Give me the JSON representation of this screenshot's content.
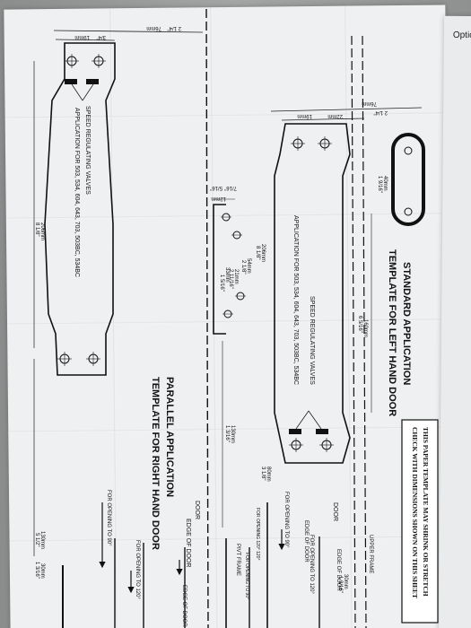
{
  "left_template": {
    "title_line1": "PARALLEL APPLICATION",
    "title_line2": "TEMPLATE FOR RIGHT HAND DOOR",
    "valves_label": "SPEED REGULATING VALVES",
    "application_label": "APPLICATION FOR 503, 534, 604, 643, 703, 503BC, 534BC",
    "dim_top_mm": "76mm",
    "dim_top_in": "2 1/4\"",
    "dim_19mm": "19mm",
    "dim_3_4": "3/4\"",
    "dim_side_mm": "206mm",
    "dim_side_in": "8 1/8\"",
    "dim_130_mm": "130mm",
    "dim_130_in": "5 1/2\"",
    "dim_30_mm": "30mm",
    "dim_30_in": "1 3/16\"",
    "opening_90": "FOR OPENING TO 90°",
    "opening_120": "FOR OPENING TO 120°",
    "door": "DOOR",
    "edge_of_door": "EDGE OF DOOR",
    "edge_of_door_stacked": "EDGE OF DOOR"
  },
  "arm_template": {
    "dim_5_16": "5/16\"",
    "dim_7_16": "7/16\"",
    "dim_12mm": "12mm",
    "dim_206_mm": "206mm",
    "dim_206_in": "8 1/8\"",
    "dim_54mm": "54mm",
    "dim_2_1_8": "2 1/8\"",
    "dim_21mm": "21mm",
    "dim_1_1_16": "2 11/16\"",
    "dim_33mm": "33mm",
    "dim_1_5_16": "1 5/16\"",
    "dim_180_mm": "130mm",
    "dim_180_in": "1 3/16\"",
    "pivot_frame": "PIVT FRAME",
    "opening_120": "FOR OPENING 120° 120°",
    "opening_90": "FOR OPENING TO 90°"
  },
  "right_template": {
    "title_line1": "STANDARD APPLICATION",
    "title_line2": "TEMPLATE FOR LEFT HAND DOOR",
    "valves_label": "SPEED REGULATING VALVES",
    "application_label": "APPLICATION FOR 503, 534, 604, 643, 703, 503BC, 534BC",
    "dim_top_mm": "76mm",
    "dim_top_in": "2 1/4\"",
    "dim_19mm": "19mm",
    "dim_22mm": "22mm",
    "dim_40mm": "40mm",
    "dim_40_in": "1 9/16\"",
    "dim_160mm": "160mm",
    "dim_160_in": "6 5/16\"",
    "dim_80mm": "80mm",
    "dim_80_in": "3 1/8\"",
    "dim_30mm": "30mm",
    "dim_30_in": "1 3/16\"",
    "door": "DOOR",
    "edge_of_door": "EDGE OF DOOR",
    "edge_of_door_stacked": "EDGE OF DOOR",
    "upper_frame": "UPPER FRAME",
    "opening_90": "FOR OPENING TO 90°",
    "opening_120": "FOR OPENING TO 120°",
    "warning_line1": "THIS PAPER TEMPLATE MAY SHRINK OR STRETCH",
    "warning_line2": "CHECK WITH DIMENSIONS SHOWN ON THIS SHEET"
  },
  "corner_sheet": {
    "label": "Optio"
  }
}
